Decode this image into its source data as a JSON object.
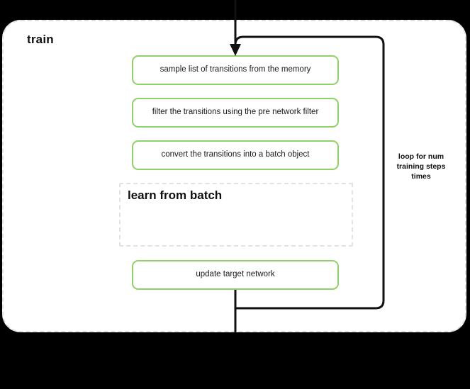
{
  "diagram": {
    "title": "train",
    "background_color": "#000000",
    "surface_color": "#ffffff",
    "accent_color": "#8fd167",
    "dashed_border_color": "#e0e0e0",
    "edge_color": "#111111",
    "scope": {
      "label": "train",
      "border_style": "dashed-rounded"
    },
    "steps": [
      {
        "id": "sample-transitions",
        "label": "sample list of transitions from the memory",
        "style": "green-rounded"
      },
      {
        "id": "filter-transitions",
        "label": "filter the transitions using the pre network filter",
        "style": "green-rounded"
      },
      {
        "id": "convert-batch",
        "label": "convert the transitions into a batch object",
        "style": "green-rounded"
      },
      {
        "id": "update-target-network",
        "label": "update target network",
        "style": "green-rounded"
      }
    ],
    "sub_scope": {
      "id": "learn-from-batch",
      "label": "learn from batch",
      "style": "dashed-rectangle"
    },
    "loop": {
      "label": "loop for num training steps times",
      "direction": "back-edge-right"
    },
    "edges": [
      {
        "id": "entry-arrow",
        "from": "outside-top",
        "to": "sample-transitions",
        "arrowhead": true
      },
      {
        "id": "loop-back-edge",
        "from": "update-target-network",
        "to": "sample-transitions",
        "arrowhead": false
      },
      {
        "id": "exit-edge",
        "from": "update-target-network",
        "to": "outside-bottom",
        "arrowhead": false
      }
    ]
  }
}
